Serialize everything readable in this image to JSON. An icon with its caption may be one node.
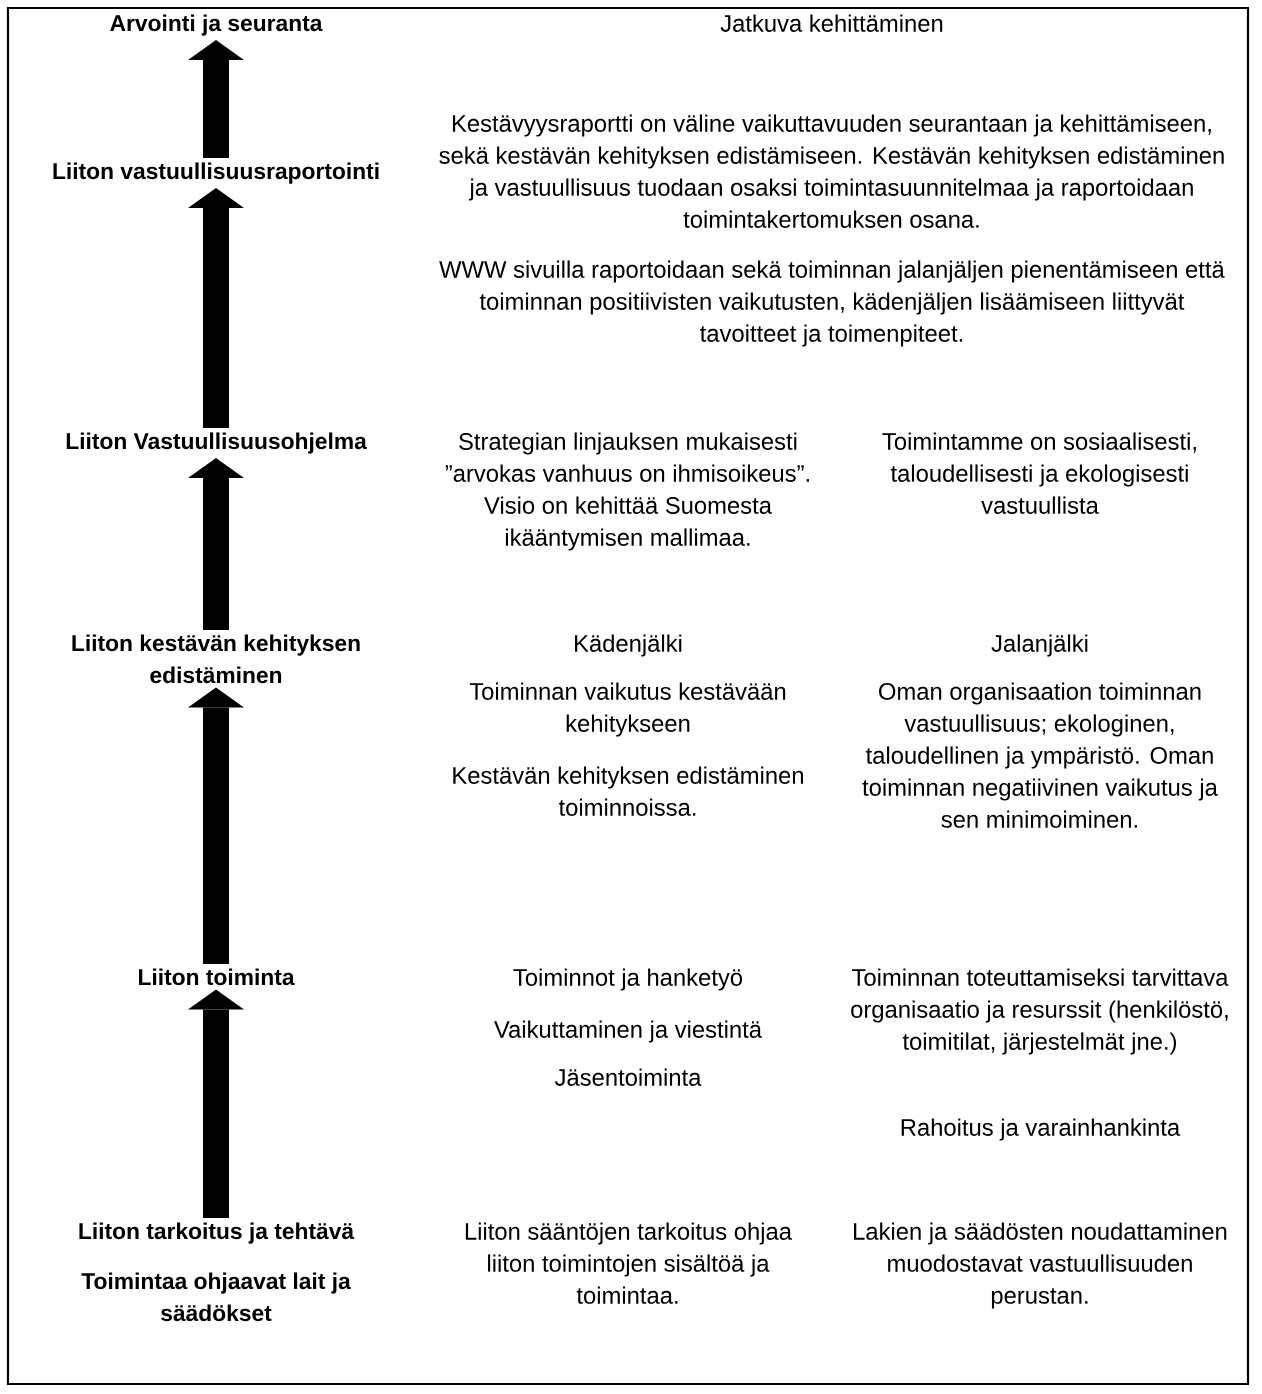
{
  "diagram": {
    "nodes": [
      {
        "text": [
          "Arvointi ja seuranta"
        ]
      },
      {
        "text": [
          "Liiton vastuullisuusraportointi"
        ]
      },
      {
        "text": [
          "Liiton Vastuullisuusohjelma"
        ]
      },
      {
        "text": [
          "Liiton kestävän kehityksen edistäminen"
        ]
      },
      {
        "text": [
          "Liiton toiminta"
        ]
      },
      {
        "text": [
          "Liiton tarkoitus ja tehtävä",
          "Toimintaa ohjaavat lait ja säädökset"
        ]
      }
    ],
    "edges": [
      {
        "from": 1,
        "to": 0,
        "arrow": "to"
      },
      {
        "from": 2,
        "to": 1,
        "arrow": "to"
      },
      {
        "from": 3,
        "to": 2,
        "arrow": "to"
      },
      {
        "from": 4,
        "to": 3,
        "arrow": "to"
      },
      {
        "from": 5,
        "to": 4,
        "arrow": "to"
      }
    ],
    "labels": [
      "Jatkuva kehittäminen",
      "Kestävyysraportti on väline vaikuttavuuden seurantaan ja kehittämiseen, sekä kestävän kehityksen edistämiseen. Kestävän kehityksen edistäminen ja vastuullisuus tuodaan osaksi toimintasuunnitelmaa ja raportoidaan toimintakertomuksen osana.",
      "WWW sivuilla raportoidaan sekä toiminnan jalanjäljen pienentämiseen että toiminnan positiivisten vaikutusten, kädenjäljen lisäämiseen liittyvät tavoitteet ja toimenpiteet.",
      "Strategian linjauksen mukaisesti ”arvokas vanhuus on ihmisoikeus”. Visio on kehittää Suomesta ikääntymisen mallimaa.",
      "Toimintamme on sosiaalisesti, taloudellisesti ja ekologisesti vastuullista",
      "Kädenjälki",
      "Jalanjälki",
      "Toiminnan vaikutus kestävään kehitykseen",
      "Oman organisaation toiminnan vastuullisuus; ekologinen, taloudellinen ja ympäristö. Oman toiminnan negatiivinen vaikutus ja sen minimoiminen.",
      "Kestävän kehityksen edistäminen toiminnoissa.",
      "Toiminnot ja hanketyö",
      "Toiminnan toteuttamiseksi tarvittava organisaatio ja resurssit (henkilöstö, toimitilat, järjestelmät jne.)",
      "Vaikuttaminen ja viestintä",
      "Jäsentoiminta",
      "Rahoitus ja varainhankinta",
      "Liiton sääntöjen tarkoitus ohjaa liiton toimintojen sisältöä ja toimintaa.",
      "Lakien ja säädösten noudattaminen muodostavat vastuullisuuden perustan."
    ]
  }
}
